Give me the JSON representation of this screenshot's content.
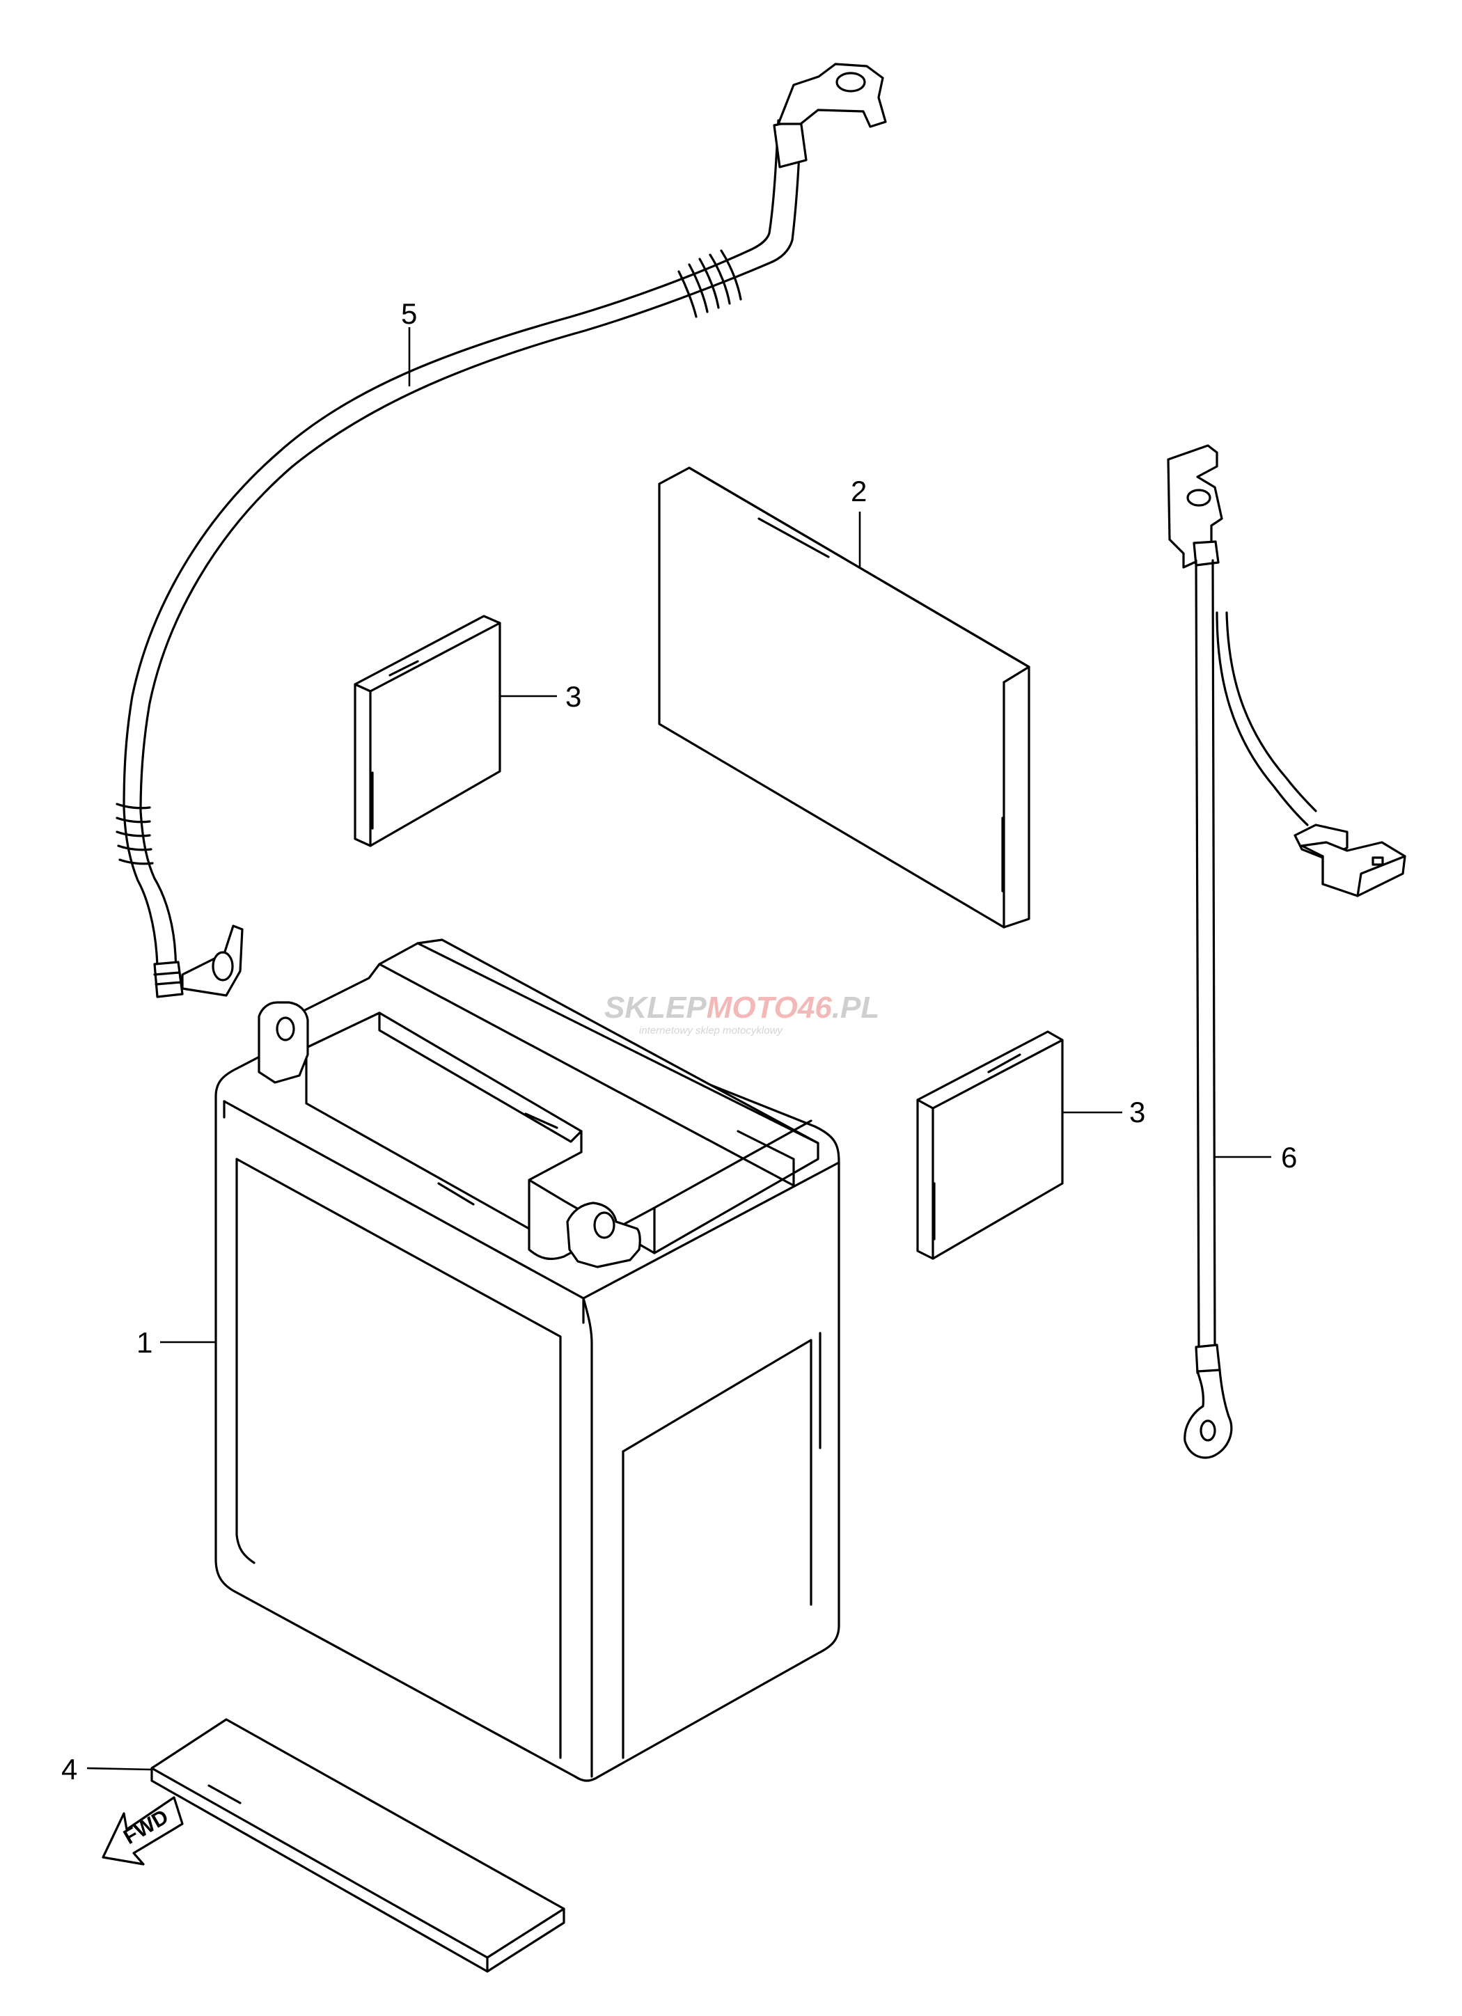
{
  "callouts": {
    "battery": "1",
    "plate_large": "2",
    "plate_small_upper": "3",
    "plate_small_lower": "3",
    "strip": "4",
    "positive_cable": "5",
    "ground_lead": "6"
  },
  "watermark": {
    "brand_start": "SKLEP",
    "brand_highlight": "MOTO46",
    "brand_end": ".PL",
    "tagline": "internetowy sklep motocyklowy"
  },
  "fwd_label": "FWD"
}
